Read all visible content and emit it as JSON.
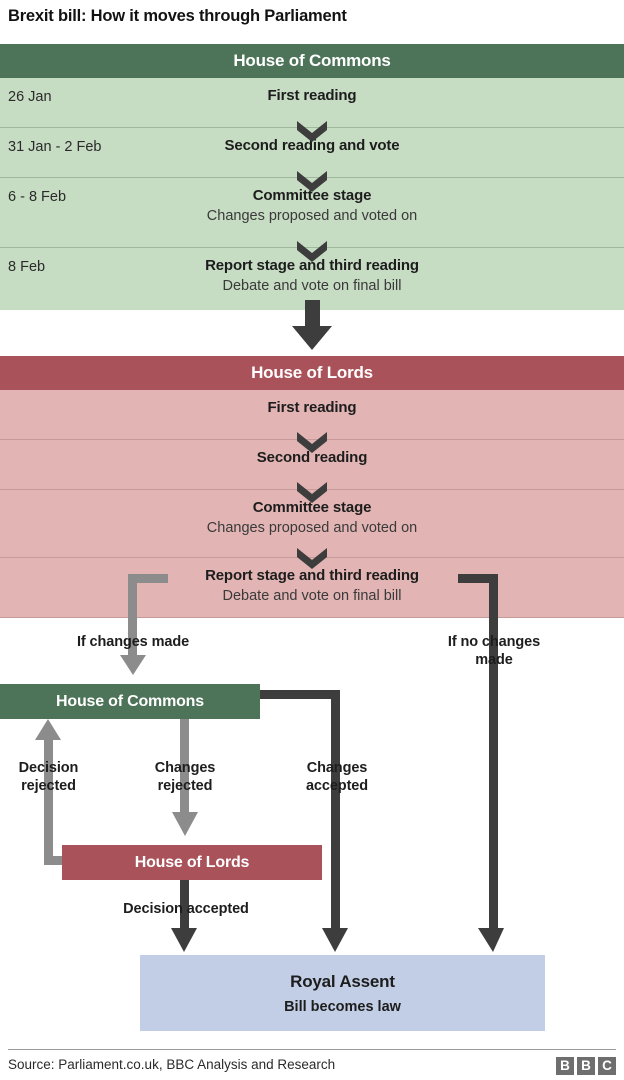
{
  "title": "Brexit bill: How it moves through Parliament",
  "commons_section": {
    "header": "House of Commons",
    "rows": [
      {
        "date": "26 Jan",
        "title": "First reading",
        "sub": ""
      },
      {
        "date": "31 Jan - 2 Feb",
        "title": "Second reading and vote",
        "sub": ""
      },
      {
        "date": "6 - 8 Feb",
        "title": "Committee stage",
        "sub": "Changes proposed and voted on"
      },
      {
        "date": "8 Feb",
        "title": "Report stage and third reading",
        "sub": "Debate and vote on final bill"
      }
    ]
  },
  "lords_section": {
    "header": "House of Lords",
    "rows": [
      {
        "date": "",
        "title": "First reading",
        "sub": ""
      },
      {
        "date": "",
        "title": "Second reading",
        "sub": ""
      },
      {
        "date": "",
        "title": "Committee stage",
        "sub": "Changes proposed and voted on"
      },
      {
        "date": "",
        "title": "Report stage and third reading",
        "sub": "Debate and vote on final bill"
      }
    ]
  },
  "branches": {
    "if_changes_made": "If changes made",
    "if_no_changes_made": "If no changes\nmade",
    "decision_rejected": "Decision\nrejected",
    "changes_rejected": "Changes\nrejected",
    "changes_accepted": "Changes\naccepted",
    "decision_accepted": "Decision accepted"
  },
  "boxes": {
    "commons2": "House of Commons",
    "lords2": "House of Lords",
    "royal_assent_title": "Royal Assent",
    "royal_assent_sub": "Bill becomes law"
  },
  "footer": {
    "source": "Source: Parliament.co.uk, BBC Analysis and Research",
    "logo": [
      "B",
      "B",
      "C"
    ]
  },
  "colors": {
    "commons_header": "#4d7359",
    "commons_body": "#c6dcc3",
    "lords_header": "#a9525a",
    "lords_body": "#e2b4b4",
    "royal_assent": "#c1cee5",
    "arrow_dark": "#3d3d3d",
    "arrow_grey": "#8c8c8c"
  }
}
